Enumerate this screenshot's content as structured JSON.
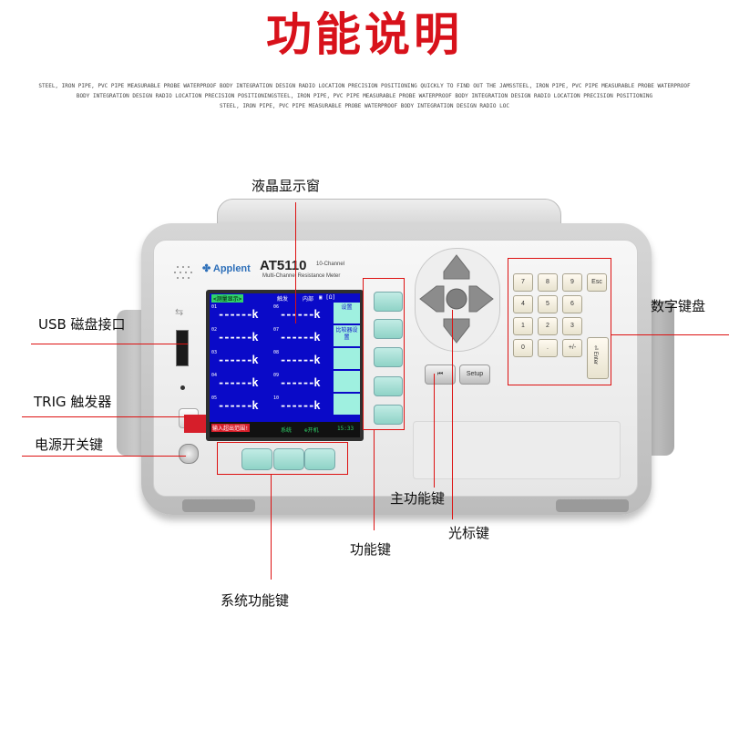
{
  "title": "功能说明",
  "subtitle": [
    "STEEL, IRON PIPE, PVC PIPE MEASURABLE PROBE WATERPROOF BODY INTEGRATION DESIGN RADIO LOCATION PRECISION POSITIONING QUICKLY TO FIND OUT THE JAMSSTEEL, IRON PIPE, PVC PIPE MEASURABLE PROBE WATERPROOF",
    "BODY INTEGRATION DESIGN RADIO LOCATION PRECISION POSITIONINGSTEEL, IRON PIPE, PVC PIPE MEASURABLE PROBE WATERPROOF BODY INTEGRATION DESIGN RADIO LOCATION PRECISION POSITIONING",
    "STEEL, IRON PIPE, PVC PIPE MEASURABLE PROBE WATERPROOF BODY INTEGRATION DESIGN RADIO LOC"
  ],
  "labels": {
    "lcd": "液晶显示窗",
    "usb": "USB 磁盘接口",
    "trig": "TRIG 触发器",
    "power": "电源开关键",
    "keypad": "数字键盘",
    "main_func": "主功能键",
    "cursor": "光标键",
    "func": "功能键",
    "sys_func": "系统功能键"
  },
  "device": {
    "brand": "Applent",
    "model": "AT5110",
    "channels": "10-Channel",
    "description": "Multi-Channel Resistance Meter",
    "usb_symbol": "⇆"
  },
  "lcd": {
    "header_left": "<测量显示>",
    "header_trigger": "触发",
    "header_mode": "内部",
    "header_icons": "▣ [Ω]",
    "rows": [
      {
        "ch_left": "01",
        "val_left": "------k",
        "ch_right": "06",
        "val_right": "------k"
      },
      {
        "ch_left": "02",
        "val_left": "------k",
        "ch_right": "07",
        "val_right": "------k"
      },
      {
        "ch_left": "03",
        "val_left": "------k",
        "ch_right": "08",
        "val_right": "------k"
      },
      {
        "ch_left": "04",
        "val_left": "------k",
        "ch_right": "09",
        "val_right": "------k"
      },
      {
        "ch_left": "05",
        "val_left": "------k",
        "ch_right": "10",
        "val_right": "------k"
      }
    ],
    "softkeys": [
      "设置",
      "比较器设置",
      "",
      "",
      ""
    ],
    "footer_error": "输入超出范围!",
    "footer_sys": "系统",
    "footer_trig": "⊕开机",
    "footer_time": "15:33"
  },
  "buttons": {
    "main_func": "⏮",
    "setup": "Setup"
  },
  "keypad": {
    "rows": [
      [
        "7",
        "8",
        "9",
        "Esc"
      ],
      [
        "4",
        "5",
        "6"
      ],
      [
        "1",
        "2",
        "3"
      ],
      [
        "0",
        ".",
        "+/-"
      ]
    ],
    "enter": "⏎ Enter"
  }
}
